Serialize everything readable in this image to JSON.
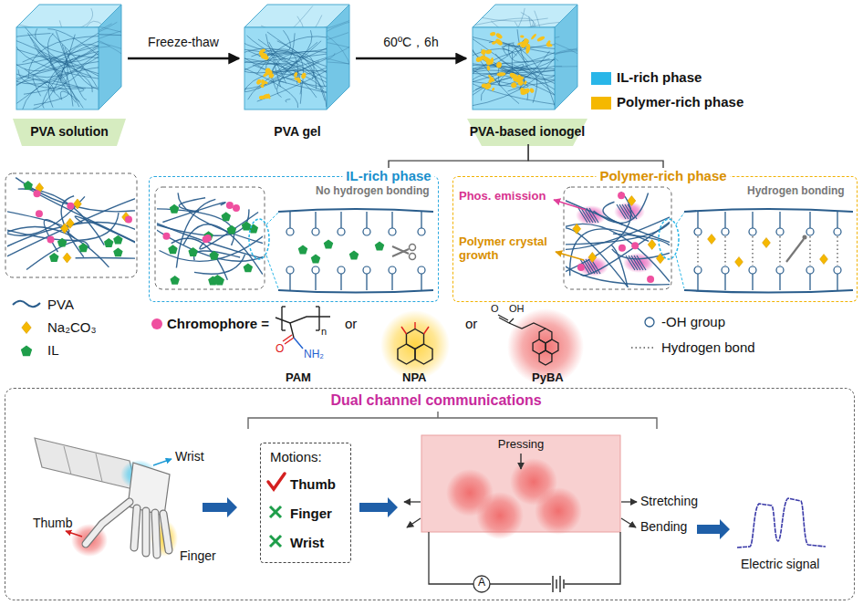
{
  "diagram": {
    "nodes": [
      {
        "text": [
          "PVA solution"
        ]
      },
      {
        "text": [
          "PVA gel"
        ]
      },
      {
        "text": [
          "PVA-based ionogel"
        ]
      },
      {
        "text": [
          "IL-rich phase",
          "No hydrogen bonding"
        ]
      },
      {
        "text": [
          "Polymer-rich phase",
          "Hydrogen bonding"
        ]
      },
      {
        "text": [
          "Dual channel communications"
        ]
      },
      {
        "text": [
          "Motions:",
          "Thumb",
          "Finger",
          "Wrist"
        ],
        "in": 5
      },
      {
        "text": [
          "Pressing"
        ],
        "in": 5
      }
    ],
    "edges": [
      {
        "from": 0,
        "to": 1,
        "arrow": "to",
        "label": "Freeze-thaw"
      },
      {
        "from": 1,
        "to": 2,
        "arrow": "to",
        "label": "60ºC，6h"
      },
      {
        "from": 2,
        "to": 3,
        "arrow": "none"
      },
      {
        "from": 2,
        "to": 4,
        "arrow": "none"
      }
    ],
    "labels": [
      "Phos. emission",
      "Polymer crystal growth",
      "Chromophore =",
      "n",
      "O",
      "NH₂",
      "PAM",
      "or",
      "NPA",
      "or",
      "O",
      "OH",
      "PyBA",
      "Wrist",
      "Thumb",
      "Finger",
      "Stretching",
      "Bending",
      "A",
      "Electric signal"
    ],
    "legend": [
      {
        "text": "IL-rich phase",
        "color": "#29b6e8"
      },
      {
        "text": "Polymer-rich phase",
        "color": "#f5b800"
      },
      {
        "text": "PVA"
      },
      {
        "text": "Na₂CO₃"
      },
      {
        "text": "IL"
      },
      {
        "text": "-OH group"
      },
      {
        "text": "Hydrogen bond"
      }
    ]
  }
}
